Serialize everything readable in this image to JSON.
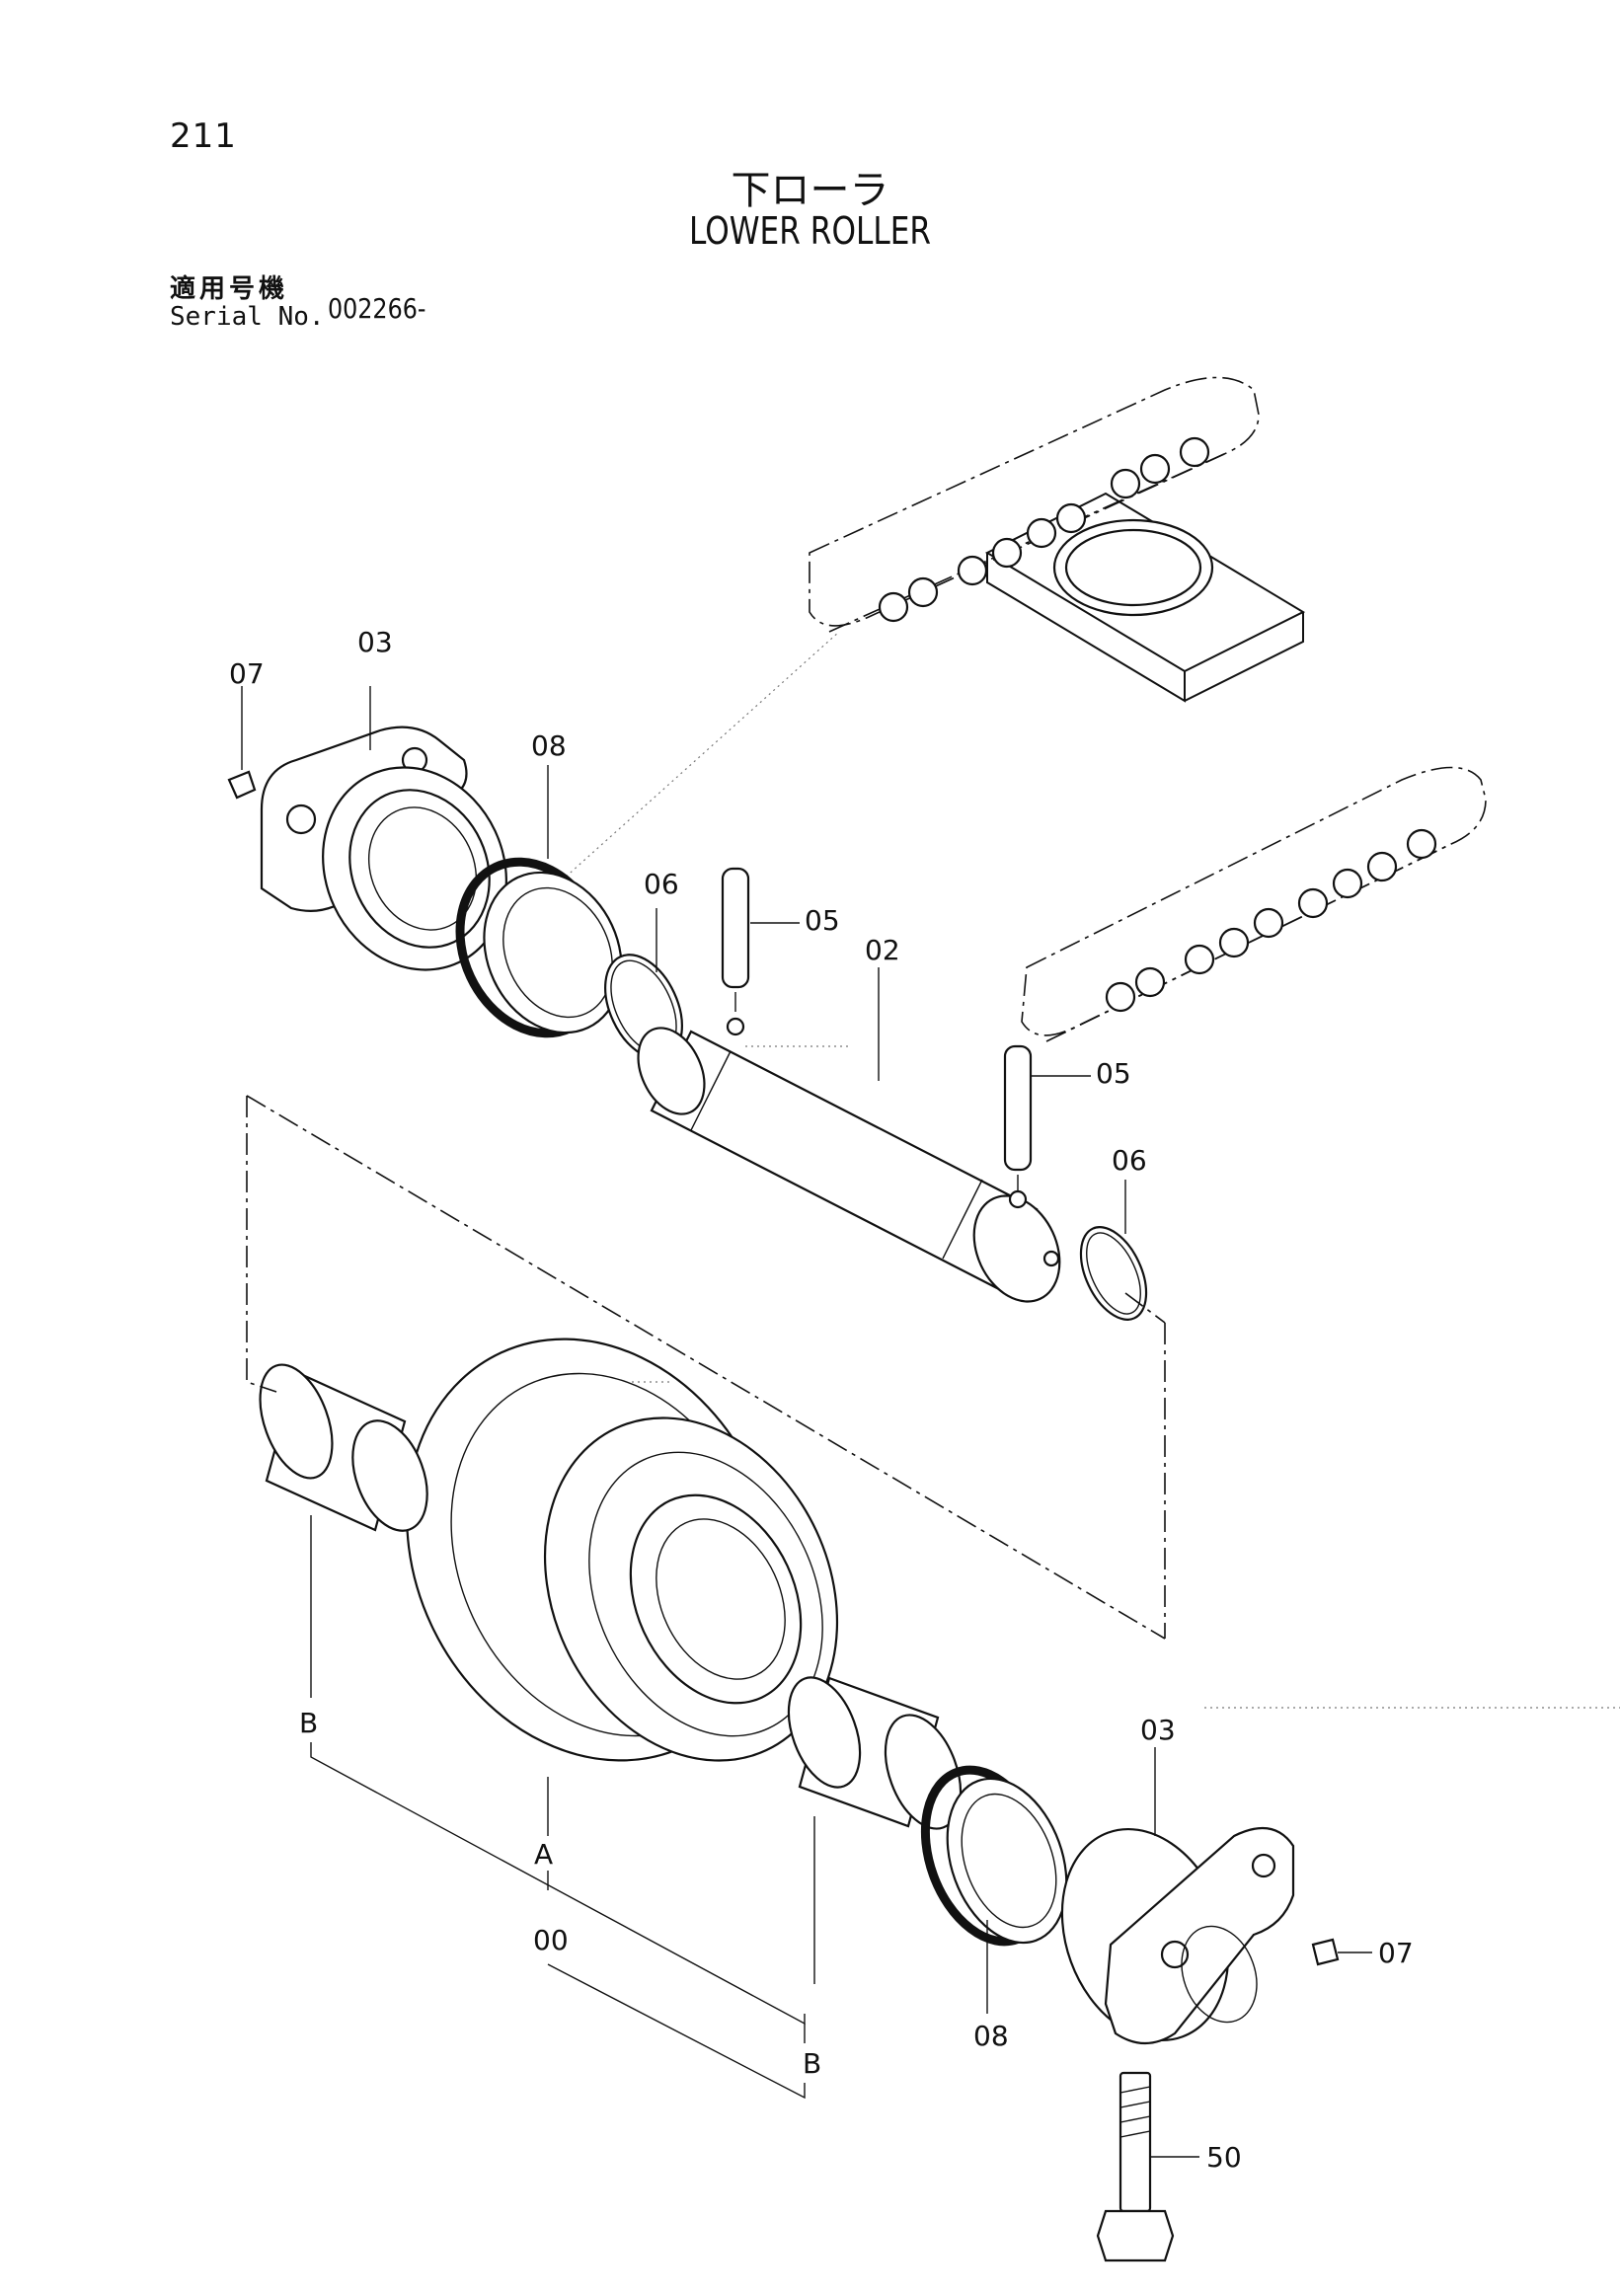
{
  "page_number": "211",
  "title_jp": "下ローラ",
  "title_en": "LOWER ROLLER",
  "serial_label_jp": "適用号機",
  "serial_label_en": "Serial No.",
  "serial_value": "002266-",
  "callouts": {
    "c00": "00",
    "c02": "02",
    "c03_top": "03",
    "c03_bottom": "03",
    "c05_top": "05",
    "c05_mid": "05",
    "c06_top": "06",
    "c06_mid": "06",
    "c07_top": "07",
    "c07_bottom": "07",
    "c08_top": "08",
    "c08_bottom": "08",
    "c50": "50",
    "A": "A",
    "B_left": "B",
    "B_bottom": "B"
  }
}
